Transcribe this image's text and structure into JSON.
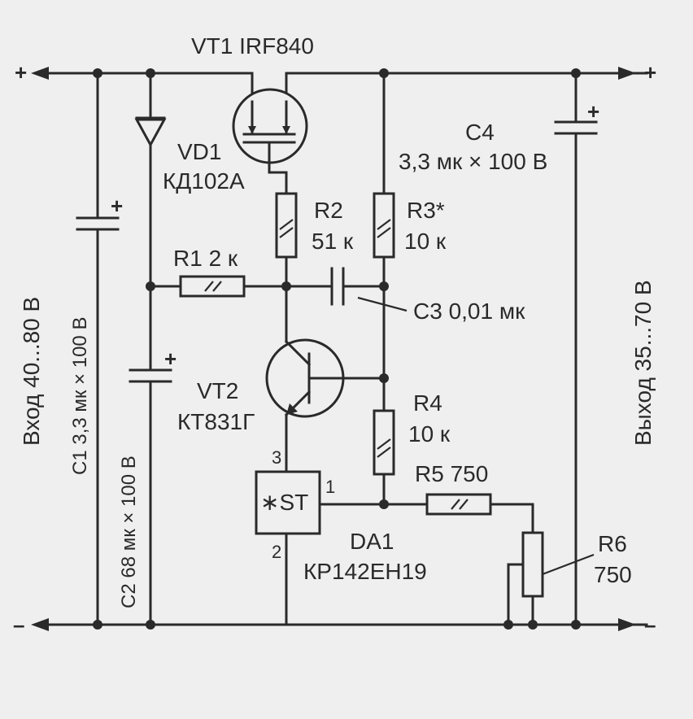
{
  "terminals": {
    "input_plus": "+",
    "input_minus": "–",
    "output_plus": "+",
    "output_minus": "–"
  },
  "rails": {
    "input_label": "Вход  40...80 В",
    "output_label": "Выход  35...70 В"
  },
  "components": {
    "vt1": {
      "label": "VT1 IRF840"
    },
    "vd1": {
      "ref": "VD1",
      "type": "КД102А"
    },
    "c1": {
      "label": "C1 3,3 мк × 100 В",
      "polarity": "+"
    },
    "c2": {
      "label": "C2 68 мк × 100 В",
      "polarity": "+"
    },
    "c3": {
      "label": "C3 0,01 мк"
    },
    "c4": {
      "ref": "C4",
      "value": "3,3 мк × 100 В",
      "polarity": "+"
    },
    "r1": {
      "label": "R1 2 к"
    },
    "r2": {
      "ref": "R2",
      "value": "51 к"
    },
    "r3": {
      "ref": "R3*",
      "value": "10 к"
    },
    "r4": {
      "ref": "R4",
      "value": "10 к"
    },
    "r5": {
      "label": "R5 750"
    },
    "r6": {
      "ref": "R6",
      "value": "750"
    },
    "vt2": {
      "ref": "VT2",
      "type": "КТ831Г"
    },
    "da1": {
      "ref": "DA1",
      "type": "КР142ЕН19",
      "body_text": "∗ST",
      "pin1": "1",
      "pin2": "2",
      "pin3": "3"
    }
  }
}
